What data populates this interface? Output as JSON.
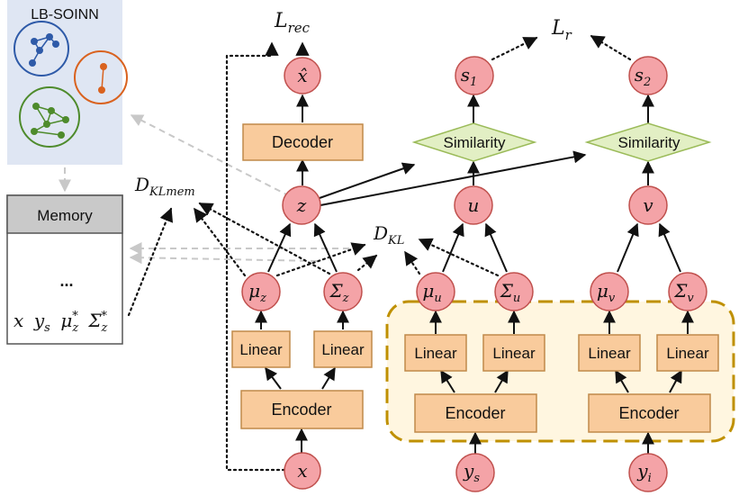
{
  "lbsoinn": {
    "title": "LB-SOINN"
  },
  "memory": {
    "header": "Memory",
    "ellipsis": "...",
    "row": [
      {
        "base": "x"
      },
      {
        "base": "y",
        "sub": "s"
      },
      {
        "base": "μ",
        "sub": "z",
        "sup": "*"
      },
      {
        "base": "Σ",
        "sub": "z",
        "sup": "*"
      }
    ]
  },
  "blocks": {
    "decoder": "Decoder",
    "similarity": "Similarity",
    "linear": "Linear",
    "encoder": "Encoder"
  },
  "losses": {
    "rec": {
      "base": "L",
      "sub": "rec"
    },
    "r": {
      "base": "L",
      "sub": "r"
    },
    "kl": {
      "base": "D",
      "sub": "KL"
    },
    "klmem": {
      "base": "D",
      "sub": "KLmem"
    }
  },
  "nodes": {
    "xhat": {
      "base": "x̂"
    },
    "s1": {
      "base": "s",
      "sub": "1"
    },
    "s2": {
      "base": "s",
      "sub": "2"
    },
    "z": {
      "base": "z"
    },
    "u": {
      "base": "u"
    },
    "v": {
      "base": "v"
    },
    "mu_z": {
      "base": "μ",
      "sub": "z"
    },
    "sigma_z": {
      "base": "Σ",
      "sub": "z"
    },
    "mu_u": {
      "base": "μ",
      "sub": "u"
    },
    "sigma_u": {
      "base": "Σ",
      "sub": "u"
    },
    "mu_v": {
      "base": "μ",
      "sub": "v"
    },
    "sigma_v": {
      "base": "Σ",
      "sub": "v"
    },
    "x": {
      "base": "x"
    },
    "ys": {
      "base": "y",
      "sub": "s"
    },
    "yi": {
      "base": "y",
      "sub": "i"
    }
  },
  "colors": {
    "node_fill": "#f4a3a7",
    "node_stroke": "#c0504d",
    "box_fill": "#f9cb9c",
    "box_stroke": "#c08a4a",
    "sim_fill": "#e2efc4",
    "sim_stroke": "#9bbb59",
    "panel_fill": "#dfe6f3",
    "dash_frame": "#bf9000",
    "dash_fill": "#fff6e0",
    "cluster_blue": "#2e5aa8",
    "cluster_orange": "#d9621f",
    "cluster_green": "#4e8b2c"
  }
}
